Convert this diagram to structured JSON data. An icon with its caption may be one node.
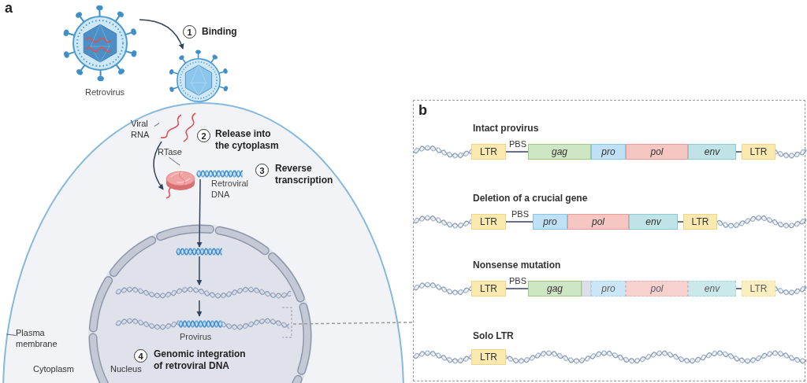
{
  "diagram": {
    "nodes": [
      {
        "text": [],
        "shape": "picture",
        "beside": [
          "Retrovirus"
        ]
      },
      {
        "text": [],
        "shape": "picture"
      },
      {
        "text": [],
        "shape": "circle"
      },
      {
        "text": [],
        "shape": "circle",
        "in": 2
      },
      {
        "text": [],
        "shape": "picture",
        "in": 2
      },
      {
        "text": [
          "Viral RNA"
        ],
        "in": 2
      },
      {
        "text": [],
        "shape": "picture",
        "in": 2
      },
      {
        "text": [
          "RTase"
        ],
        "in": 2
      },
      {
        "text": [],
        "shape": "picture",
        "in": 2,
        "beside": [
          "Retroviral DNA"
        ]
      },
      {
        "text": [],
        "shape": "picture",
        "in": 3
      },
      {
        "text": [],
        "shape": "picture",
        "in": 3
      },
      {
        "text": [],
        "shape": "picture",
        "in": 3,
        "beside": [
          "Provirus"
        ]
      },
      {
        "text": [
          "Plasma membrane"
        ],
        "in": 2
      },
      {
        "text": [],
        "shape": "box"
      },
      {
        "text": [
          "LTR"
        ],
        "in": 13
      },
      {
        "text": [
          "gag"
        ],
        "in": 13
      },
      {
        "text": [
          "pro"
        ],
        "in": 13
      },
      {
        "text": [
          "pol"
        ],
        "in": 13
      },
      {
        "text": [
          "env"
        ],
        "in": 13
      },
      {
        "text": [
          "LTR"
        ],
        "in": 13
      },
      {
        "text": [
          "LTR"
        ],
        "in": 13
      },
      {
        "text": [
          "pro"
        ],
        "in": 13
      },
      {
        "text": [
          "pol"
        ],
        "in": 13
      },
      {
        "text": [
          "env"
        ],
        "in": 13
      },
      {
        "text": [
          "LTR"
        ],
        "in": 13
      },
      {
        "text": [
          "LTR"
        ],
        "in": 13
      },
      {
        "text": [
          "gag"
        ],
        "in": 13
      },
      {
        "text": [],
        "shape": "box",
        "in": 13
      },
      {
        "text": [
          "pro"
        ],
        "in": 13
      },
      {
        "text": [
          "pol"
        ],
        "in": 13
      },
      {
        "text": [
          "env"
        ],
        "in": 13
      },
      {
        "text": [
          "LTR"
        ],
        "in": 13
      },
      {
        "text": [
          "LTR"
        ],
        "in": 13
      }
    ],
    "edges": [
      {
        "from": 0,
        "to": 1,
        "arrow": "to"
      },
      {
        "from": 4,
        "to": 6,
        "arrow": "to"
      },
      {
        "from": 5,
        "to": 4,
        "arrow": "none"
      },
      {
        "from": 7,
        "to": 6,
        "arrow": "none"
      },
      {
        "from": 8,
        "to": 9,
        "arrow": "to"
      },
      {
        "from": 9,
        "to": 10,
        "arrow": "to"
      },
      {
        "from": 10,
        "to": 11,
        "arrow": "to"
      },
      {
        "from": 12,
        "to": 2,
        "arrow": "none"
      },
      {
        "from": 11,
        "to": 13,
        "arrow": "none",
        "style": "dashed",
        "color": "#9a9a9a"
      },
      {
        "from": 14,
        "to": 15,
        "arrow": "none",
        "label": "PBS"
      },
      {
        "from": 18,
        "to": 19,
        "arrow": "none"
      },
      {
        "from": 20,
        "to": 21,
        "arrow": "none",
        "label": "PBS"
      },
      {
        "from": 23,
        "to": 24,
        "arrow": "none"
      },
      {
        "from": 25,
        "to": 26,
        "arrow": "none",
        "label": "PBS"
      },
      {
        "from": 30,
        "to": 31,
        "arrow": "none"
      }
    ],
    "labels": [
      "a",
      "1",
      "Binding",
      "2",
      "Release into the cytoplasm",
      "3",
      "Reverse transcription",
      "Cytoplasm",
      "Nucleus",
      "4",
      "Genomic integration of retroviral DNA",
      "b",
      "Intact provirus",
      "Deletion of a crucial gene",
      "Nonsense mutation",
      "Solo LTR"
    ]
  }
}
